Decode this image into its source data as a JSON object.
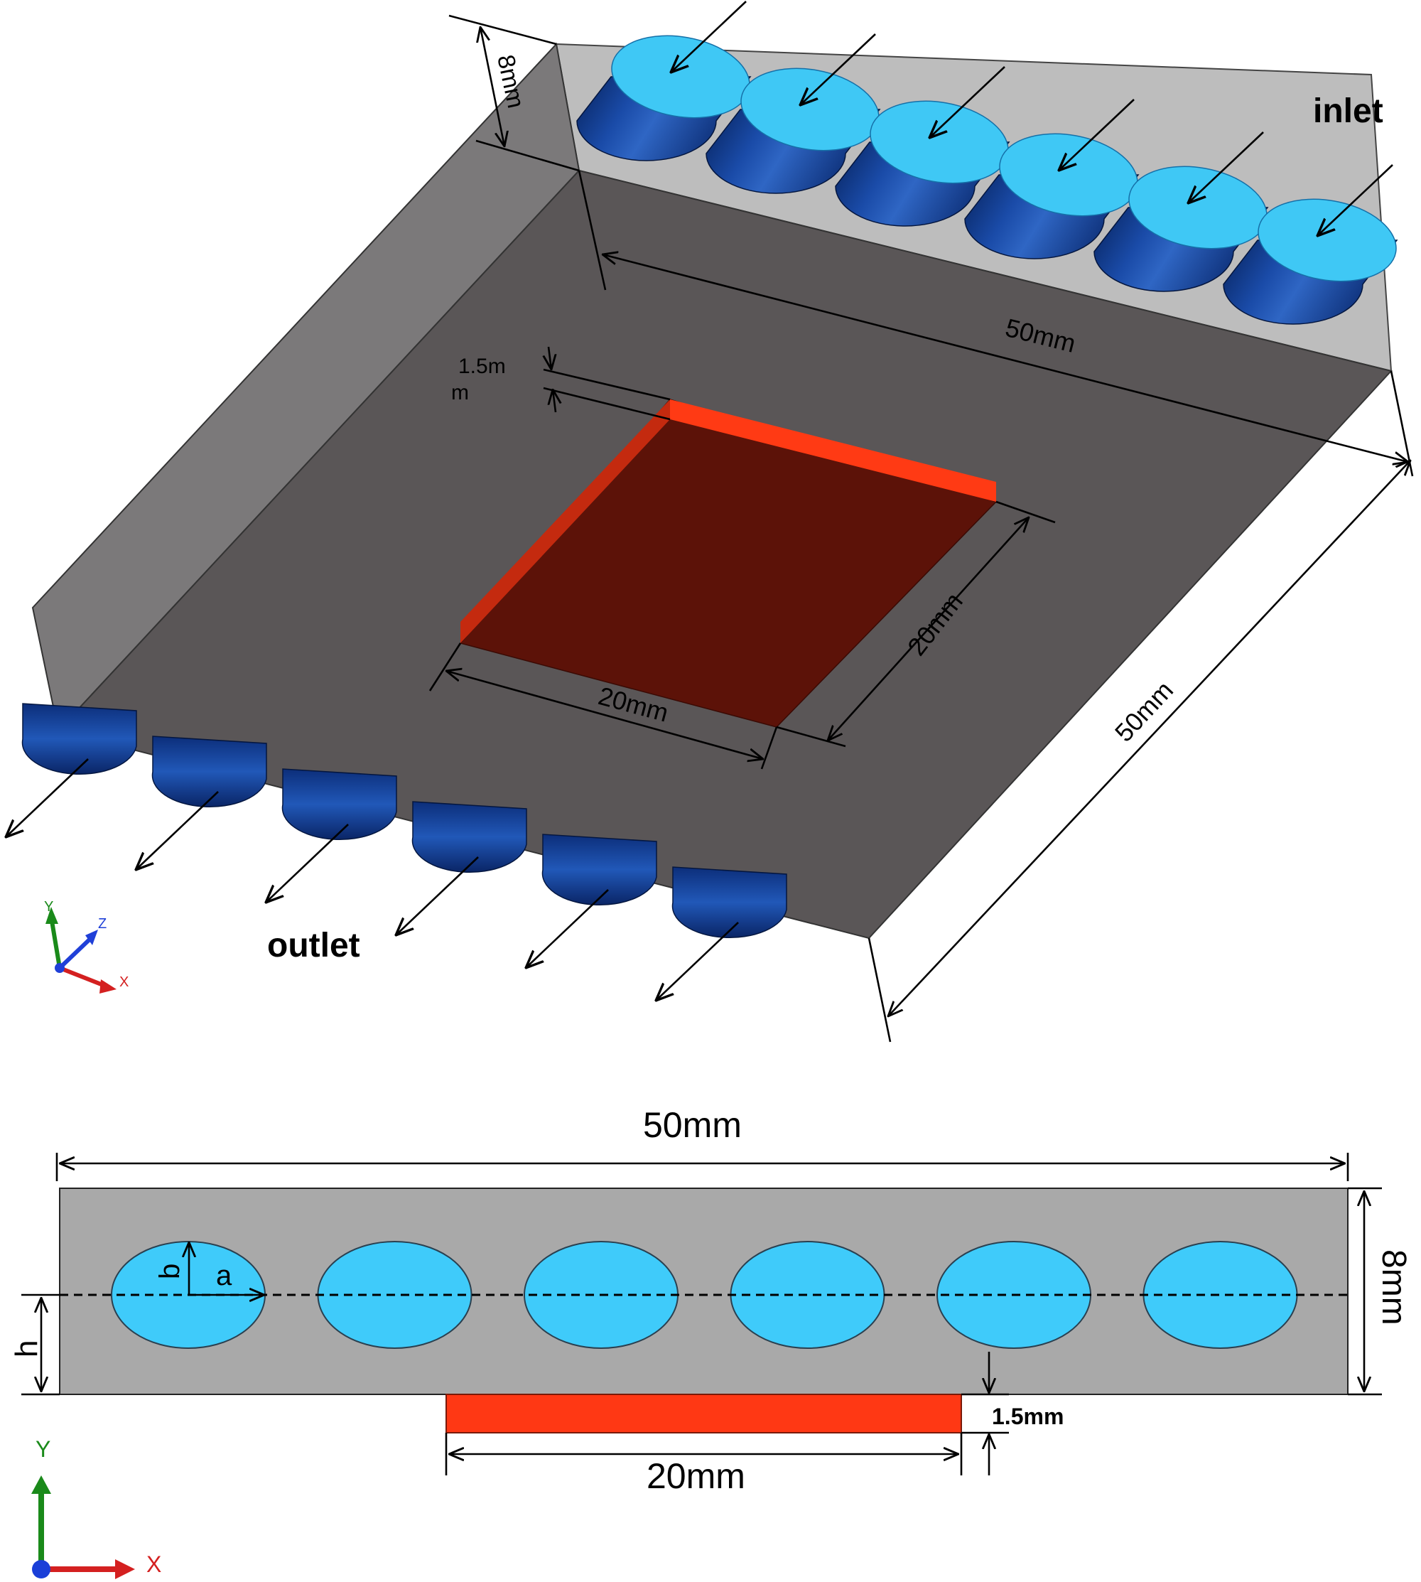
{
  "iso_view": {
    "labels": {
      "inlet": "inlet",
      "outlet": "outlet",
      "height_8mm": "8mm",
      "width_50mm_top": "50mm",
      "depth_50mm_right": "50mm",
      "heater_side_20mm": "20mm",
      "heater_depth_20mm": "20mm",
      "heater_thick_line1": "1.5m",
      "heater_thick_line2": "m"
    },
    "axes": {
      "x": "X",
      "y": "Y",
      "z": "Z"
    },
    "inlet_count": 6,
    "outlet_count": 6,
    "colors": {
      "block_top": "#5b5758",
      "block_side": "#7d7b7c",
      "block_back": "#bdbdbd",
      "pipe_dark": "#0c2f7a",
      "pipe_face": "#3fc8f5",
      "heater_top": "#5c1208",
      "heater_edge": "#ff3a14"
    }
  },
  "front_view": {
    "labels": {
      "width": "50mm",
      "height": "8mm",
      "heater_thickness": "1.5mm",
      "heater_width": "20mm",
      "h": "h",
      "a": "a",
      "b": "b"
    },
    "axes": {
      "x": "X",
      "y": "Y"
    },
    "ellipse_count": 6,
    "colors": {
      "body": "#a9a9a9",
      "ellipse": "#3fcbfa",
      "heater": "#ff3814"
    }
  }
}
